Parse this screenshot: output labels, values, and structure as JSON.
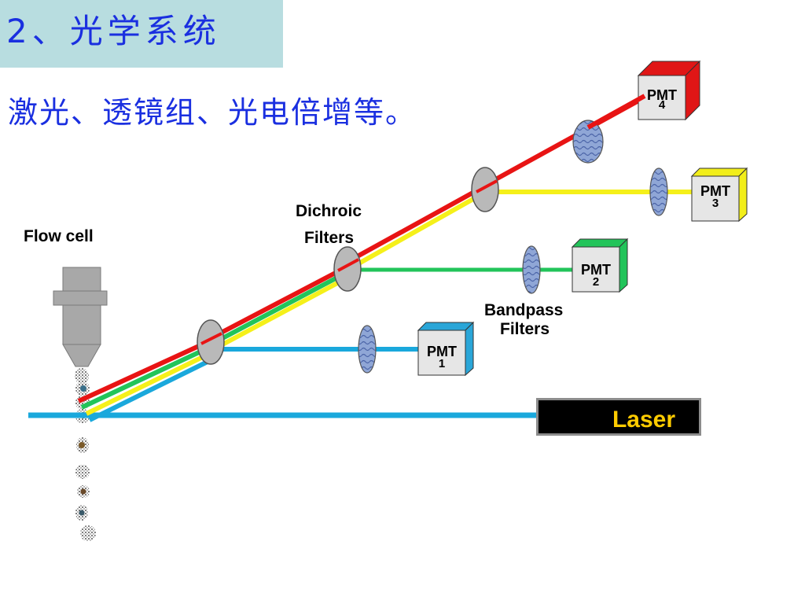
{
  "slide": {
    "title": "2、光学系统",
    "subtitle": "激光、透镜组、光电倍增等。"
  },
  "labels": {
    "flow_cell": "Flow cell",
    "dichroic_line1": "Dichroic",
    "dichroic_line2": "Filters",
    "bandpass_line1": "Bandpass",
    "bandpass_line2": "Filters",
    "laser": "Laser"
  },
  "pmts": [
    {
      "label": "PMT",
      "num": "1",
      "color": "#2aa6d8"
    },
    {
      "label": "PMT",
      "num": "2",
      "color": "#22c45a"
    },
    {
      "label": "PMT",
      "num": "3",
      "color": "#f2ee1a"
    },
    {
      "label": "PMT",
      "num": "4",
      "color": "#e01616"
    }
  ],
  "colors": {
    "title_text": "#1a2fe0",
    "title_bg": "#b8dde0",
    "blue_beam": "#1aa8dc",
    "green_beam": "#22c45a",
    "yellow_beam": "#f5f01a",
    "red_beam": "#e81414",
    "laser_text": "#ffcc00"
  }
}
